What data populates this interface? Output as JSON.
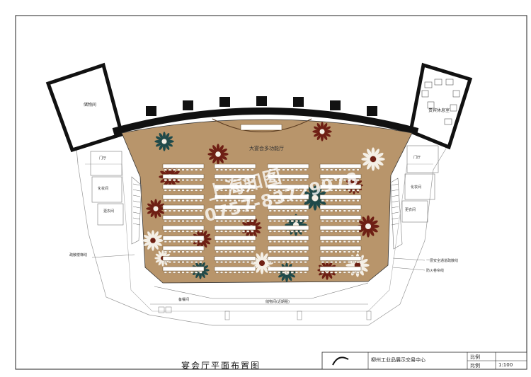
{
  "plan": {
    "stage_label": "大宴会多功能厅",
    "rooms": {
      "top_left": "储物间",
      "top_right": "贵宾休息室",
      "left_door": "门厅",
      "left_service_1": "化妆间",
      "left_service_2": "更衣间",
      "right_door": "门厅",
      "right_service_1": "化妆间",
      "right_service_2": "更衣间",
      "bottom_left": "备餐间",
      "bottom_center": "储物间(近期租)",
      "left_note": "疏散楼梯线",
      "right_note_1": "一层安全通道疏散线",
      "right_note_2": "防火卷帘线"
    },
    "caption": "宴会厅平面布置图"
  },
  "watermark": {
    "line1": "上海知图",
    "line2": "0757-83729978"
  },
  "title_block": {
    "project": "柳州工业品展示交易中心",
    "field_1": "比例",
    "field_2": "比例",
    "scale": "1:100"
  },
  "colors": {
    "carpet": "#b8956b",
    "wall": "#111111",
    "pattern_red": "#6e1f14",
    "pattern_teal": "#1f4a4a",
    "pattern_white": "#f4efe6"
  }
}
